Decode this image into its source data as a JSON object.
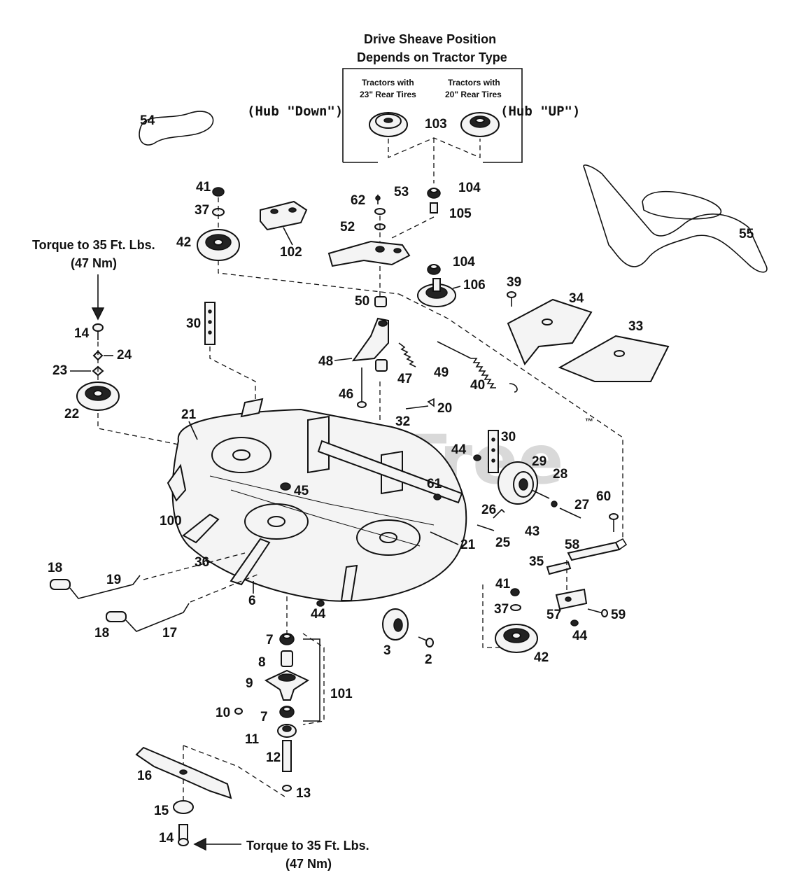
{
  "watermark": {
    "text": "PartsTree",
    "tm": "™"
  },
  "sheave_box": {
    "title_line1": "Drive Sheave Position",
    "title_line2": "Depends on Tractor Type",
    "col1_line1": "Tractors with",
    "col1_line2": "23\" Rear Tires",
    "col2_line1": "Tractors with",
    "col2_line2": "20\" Rear Tires",
    "hub_down": "(Hub \"Down\")",
    "hub_up": "(Hub \"UP\")"
  },
  "torque_notes": {
    "top_line1": "Torque to 35 Ft. Lbs.",
    "top_line2": "(47 Nm)",
    "bottom_line1": "Torque to 35 Ft. Lbs.",
    "bottom_line2": "(47 Nm)"
  },
  "part_numbers": {
    "p54": "54",
    "p103": "103",
    "p104a": "104",
    "p105": "105",
    "p104b": "104",
    "p106": "106",
    "p55": "55",
    "p41a": "41",
    "p37a": "37",
    "p42a": "42",
    "p62": "62",
    "p53": "53",
    "p52": "52",
    "p102": "102",
    "p39": "39",
    "p34": "34",
    "p33": "33",
    "p50": "50",
    "p30a": "30",
    "p14a": "14",
    "p24": "24",
    "p23": "23",
    "p22": "22",
    "p48": "48",
    "p49": "49",
    "p40": "40",
    "p46": "46",
    "p47": "47",
    "p20": "20",
    "p32": "32",
    "p21a": "21",
    "p44a": "44",
    "p30b": "30",
    "p29": "29",
    "p28": "28",
    "p27": "27",
    "p60": "60",
    "p45": "45",
    "p61": "61",
    "p26": "26",
    "p25": "25",
    "p43": "43",
    "p100": "100",
    "p58": "58",
    "p35": "35",
    "p21b": "21",
    "p18a": "18",
    "p19": "19",
    "p36": "36",
    "p6": "6",
    "p41b": "41",
    "p37b": "37",
    "p57": "57",
    "p59": "59",
    "p44b": "44",
    "p44c": "44",
    "p18b": "18",
    "p17": "17",
    "p3": "3",
    "p2": "2",
    "p42b": "42",
    "p7a": "7",
    "p8": "8",
    "p9": "9",
    "p101": "101",
    "p10": "10",
    "p7b": "7",
    "p11": "11",
    "p12": "12",
    "p13": "13",
    "p16": "16",
    "p15": "15",
    "p14b": "14"
  },
  "colors": {
    "ink": "#111111",
    "background": "#ffffff",
    "watermark": "#d9d9d9"
  }
}
